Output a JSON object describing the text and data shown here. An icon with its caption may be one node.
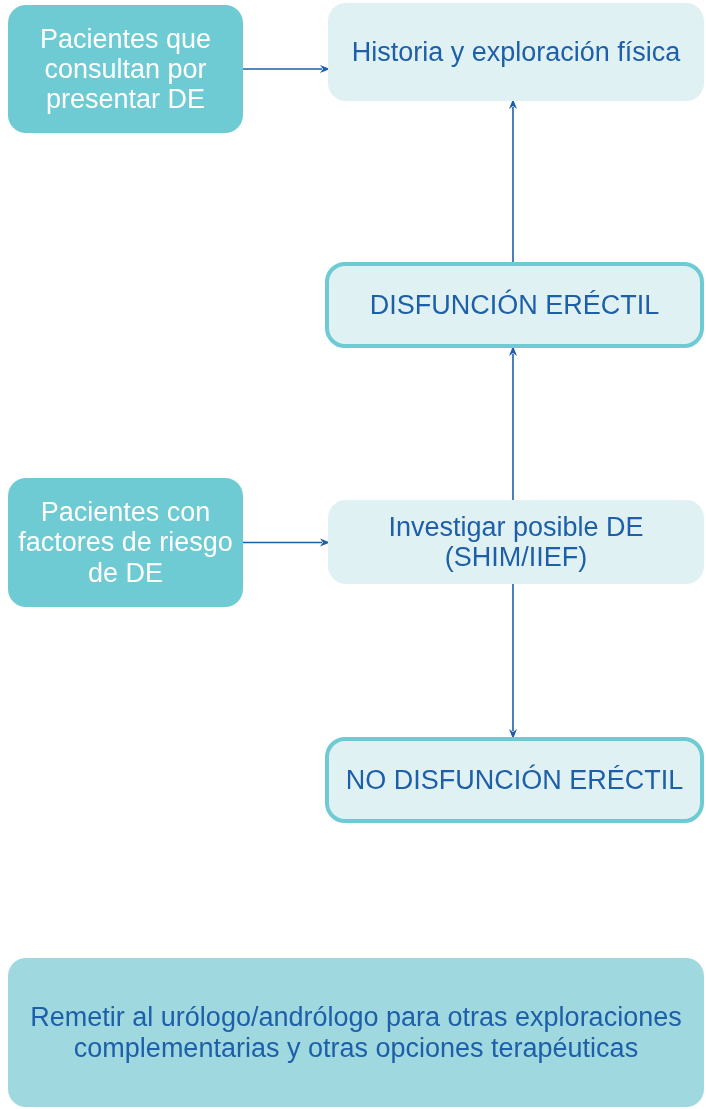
{
  "diagram": {
    "nodes": [
      {
        "text": [
          "Pacientes que consultan por presentar DE"
        ]
      },
      {
        "text": [
          "Historia y exploración física"
        ]
      },
      {
        "text": [
          "DISFUNCIÓN ERÉCTIL"
        ]
      },
      {
        "text": [
          "Pacientes con factores de riesgo de DE"
        ]
      },
      {
        "text": [
          "Investigar posible DE (SHIM/IIEF)"
        ]
      },
      {
        "text": [
          "NO DISFUNCIÓN ERÉCTIL"
        ]
      },
      {
        "text": [
          "Remetir al urólogo/andrólogo para otras exploraciones complementarias y otras opciones terapéuticas"
        ]
      }
    ],
    "edges": [
      {
        "from": 0,
        "to": 1,
        "arrow": "to"
      },
      {
        "from": 2,
        "to": 1,
        "arrow": "to"
      },
      {
        "from": 4,
        "to": 2,
        "arrow": "to"
      },
      {
        "from": 3,
        "to": 4,
        "arrow": "to"
      },
      {
        "from": 4,
        "to": 5,
        "arrow": "to"
      }
    ]
  }
}
